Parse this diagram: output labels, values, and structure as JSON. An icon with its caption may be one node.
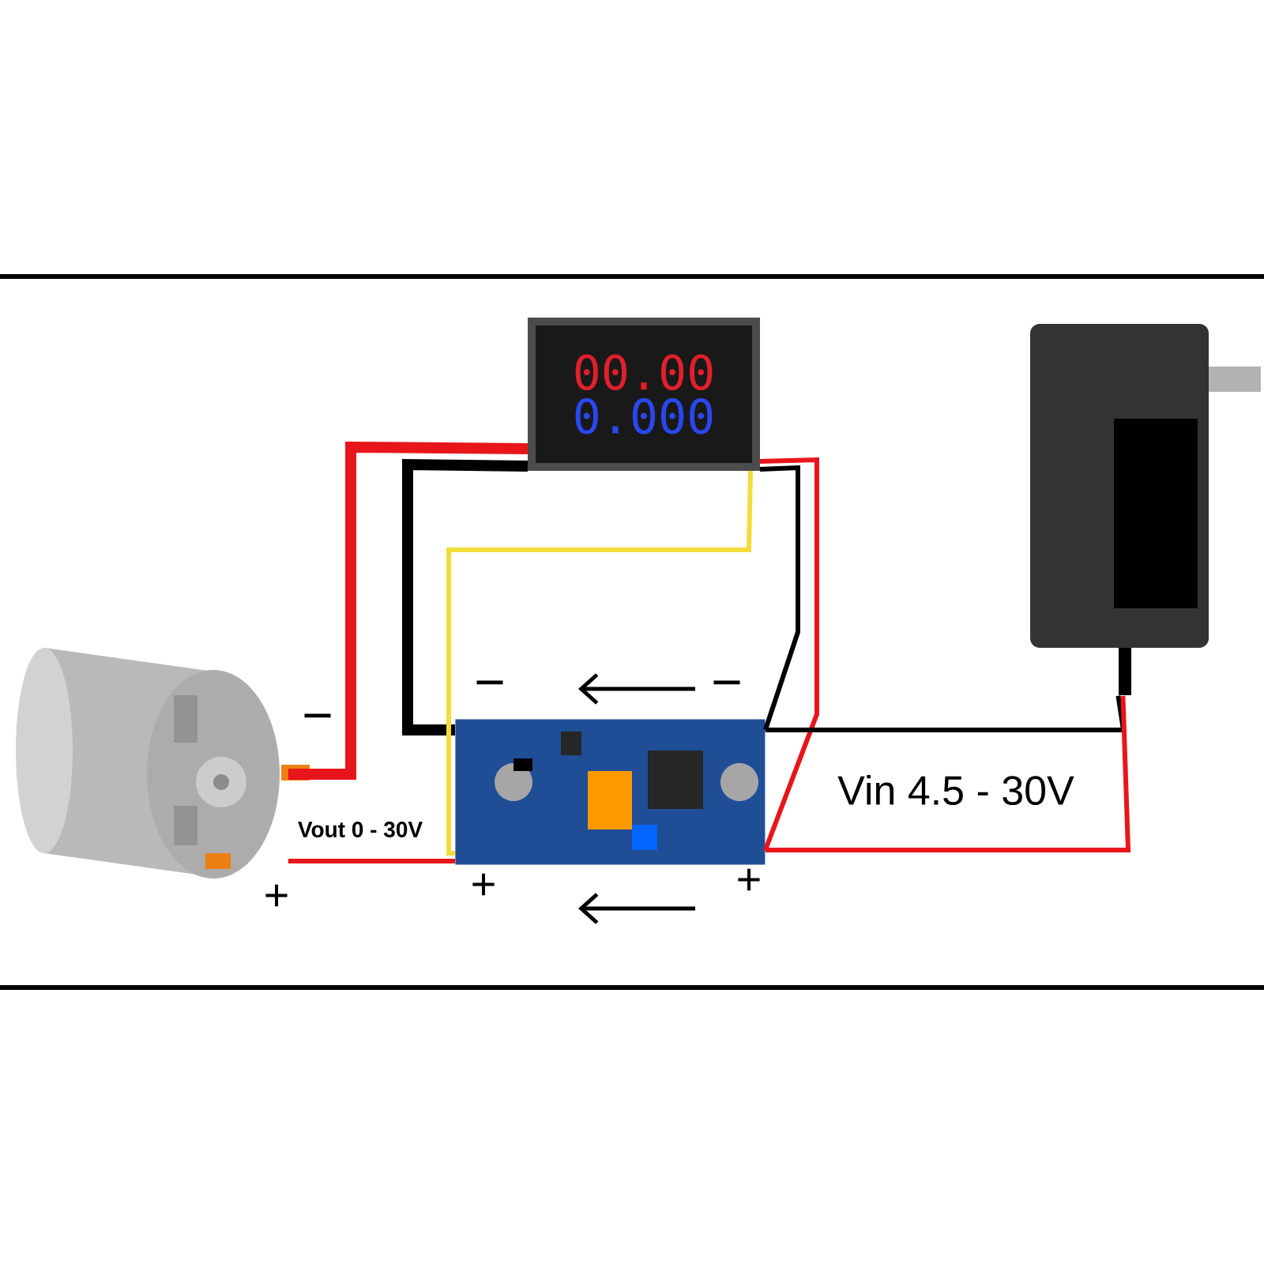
{
  "diagram": {
    "nodes": [
      {
        "text": [
          "00.00",
          "0.000"
        ]
      },
      {
        "text": [],
        "shape": "picture"
      },
      {
        "text": [],
        "shape": "picture"
      },
      {
        "text": [],
        "shape": "picture"
      }
    ],
    "edges": [
      {
        "from": 0,
        "to": 1,
        "arrow": "none",
        "style": "thick",
        "color": "#e8151b"
      },
      {
        "from": 0,
        "to": 2,
        "arrow": "none",
        "style": "thick",
        "color": "#000000"
      },
      {
        "from": 0,
        "to": 2,
        "arrow": "none",
        "color": "#f2dc3c"
      },
      {
        "from": 0,
        "to": 2,
        "arrow": "none",
        "color": "#e8151b"
      },
      {
        "from": 0,
        "to": 2,
        "arrow": "none",
        "color": "#000000"
      },
      {
        "from": 2,
        "to": 3,
        "arrow": "none",
        "color": "#000000"
      },
      {
        "from": 2,
        "to": 3,
        "arrow": "none",
        "color": "#e8151b"
      },
      {
        "from": 2,
        "to": 1,
        "arrow": "none",
        "color": "#e8151b"
      }
    ],
    "labels": [
      "−",
      "−",
      "−",
      "Vout 0 - 30V",
      "Vin 4.5 - 30V",
      "+",
      "+",
      "+"
    ]
  }
}
